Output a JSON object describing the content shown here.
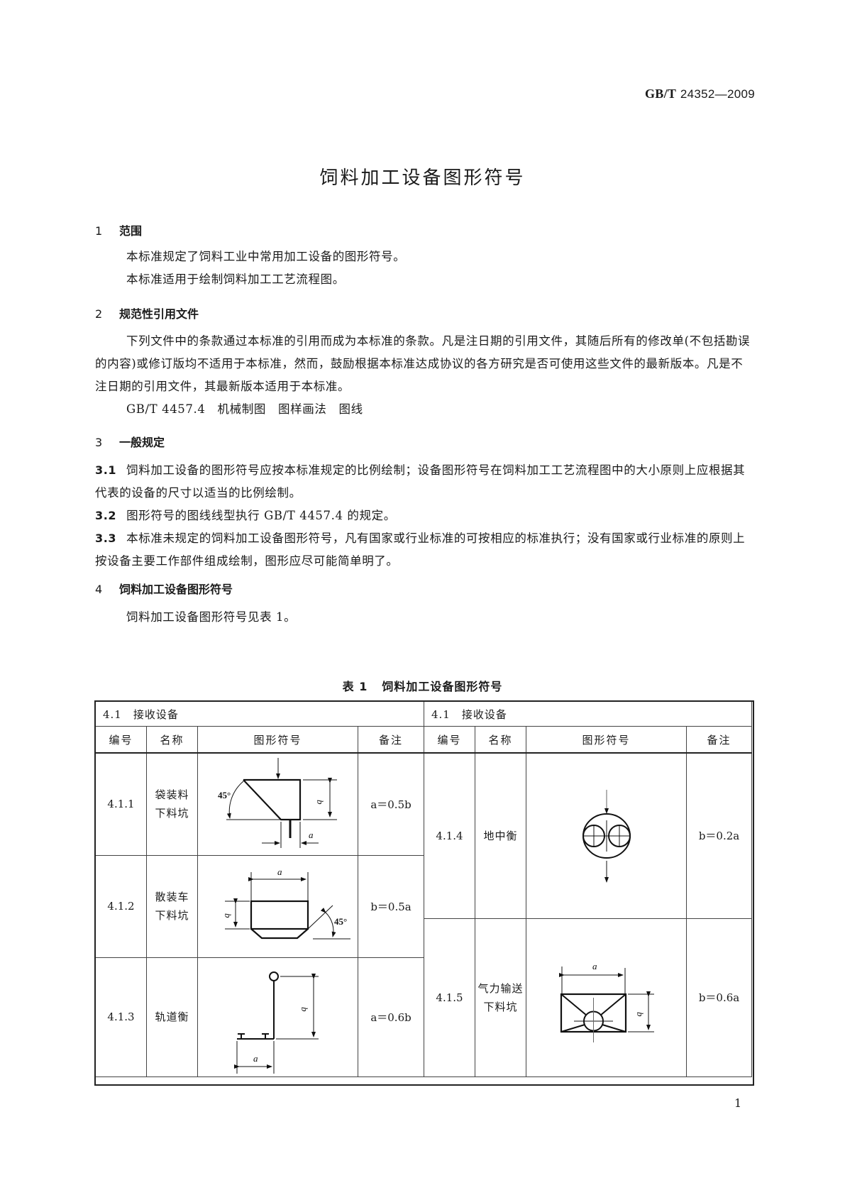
{
  "header": {
    "standard_prefix": "GB/T",
    "standard_number": "24352—2009"
  },
  "title": "饲料加工设备图形符号",
  "sections": [
    {
      "number": "1",
      "heading": "范围",
      "paragraphs": [
        "本标准规定了饲料工业中常用加工设备的图形符号。",
        "本标准适用于绘制饲料加工工艺流程图。"
      ]
    },
    {
      "number": "2",
      "heading": "规范性引用文件",
      "paragraphs": [
        "下列文件中的条款通过本标准的引用而成为本标准的条款。凡是注日期的引用文件，其随后所有的修改单(不包括勘误的内容)或修订版均不适用于本标准，然而，鼓励根据本标准达成协议的各方研究是否可使用这些文件的最新版本。凡是不注日期的引用文件，其最新版本适用于本标准。"
      ],
      "reference": "GB/T 4457.4　机械制图　图样画法　图线"
    },
    {
      "number": "3",
      "heading": "一般规定",
      "clauses": [
        {
          "number": "3.1",
          "text": "饲料加工设备的图形符号应按本标准规定的比例绘制；设备图形符号在饲料加工工艺流程图中的大小原则上应根据其代表的设备的尺寸以适当的比例绘制。"
        },
        {
          "number": "3.2",
          "text": "图形符号的图线线型执行 GB/T 4457.4 的规定。"
        },
        {
          "number": "3.3",
          "text": "本标准未规定的饲料加工设备图形符号，凡有国家或行业标准的可按相应的标准执行；没有国家或行业标准的原则上按设备主要工作部件组成绘制，图形应尽可能简单明了。"
        }
      ]
    },
    {
      "number": "4",
      "heading": "饲料加工设备图形符号",
      "paragraphs": [
        "饲料加工设备图形符号见表 1。"
      ]
    }
  ],
  "table": {
    "caption_label": "表 1",
    "caption_title": "饲料加工设备图形符号",
    "section_label": "4.1　接收设备",
    "columns": [
      "编号",
      "名称",
      "图形符号",
      "备注"
    ],
    "left_rows": [
      {
        "code": "4.1.1",
        "name_line1": "袋装料",
        "name_line2": "下料坑",
        "note": "a＝0.5b",
        "symbol": "bag-dump-pit-symbol",
        "angle_label": "45°",
        "dim_a": "a",
        "dim_b": "b"
      },
      {
        "code": "4.1.2",
        "name_line1": "散装车",
        "name_line2": "下料坑",
        "note": "b＝0.5a",
        "symbol": "bulk-truck-dump-pit-symbol",
        "angle_label": "45°",
        "dim_a": "a",
        "dim_b": "b"
      },
      {
        "code": "4.1.3",
        "name_line1": "轨道衡",
        "name_line2": "",
        "note": "a＝0.6b",
        "symbol": "rail-scale-symbol",
        "dim_a": "a",
        "dim_b": "b"
      }
    ],
    "right_rows": [
      {
        "code": "4.1.4",
        "name_line1": "地中衡",
        "name_line2": "",
        "note": "b＝0.2a",
        "symbol": "ground-scale-symbol"
      },
      {
        "code": "4.1.5",
        "name_line1": "气力输送",
        "name_line2": "下料坑",
        "note": "b＝0.6a",
        "symbol": "pneumatic-conveying-dump-pit-symbol",
        "dim_a": "a",
        "dim_b": "b"
      }
    ]
  },
  "page_number": "1"
}
